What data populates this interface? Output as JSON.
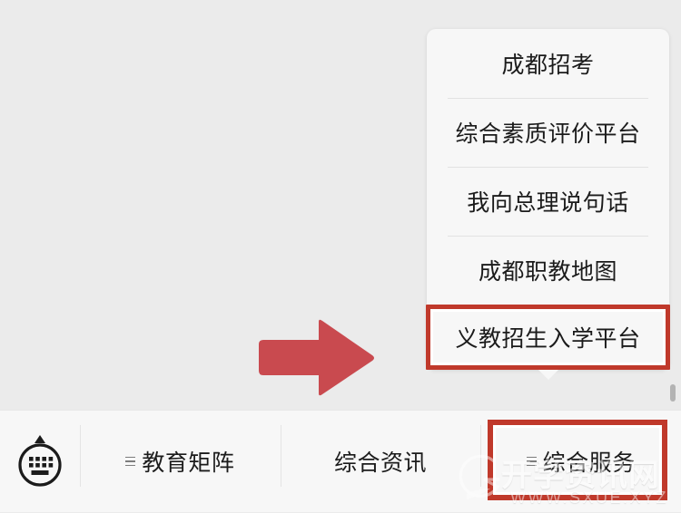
{
  "app": {
    "background_color": "#ebebeb",
    "panel_color": "#f7f7f7",
    "highlight_color": "#c0392b",
    "arrow_color": "#c94a4f"
  },
  "dropdown_menu": {
    "name": "service-dropdown-menu",
    "items": [
      {
        "label": "成都招考",
        "highlighted": false
      },
      {
        "label": "综合素质评价平台",
        "highlighted": false
      },
      {
        "label": "我向总理说句话",
        "highlighted": false
      },
      {
        "label": "成都职教地图",
        "highlighted": false
      },
      {
        "label": "义教招生入学平台",
        "highlighted": true
      }
    ]
  },
  "bottom_nav": {
    "keyboard_button": {
      "icon": "keyboard-icon",
      "label": ""
    },
    "tabs": [
      {
        "label": "教育矩阵",
        "icon": "list-icon",
        "has_icon": true,
        "highlighted": false
      },
      {
        "label": "综合资讯",
        "icon": "",
        "has_icon": false,
        "highlighted": false
      },
      {
        "label": "综合服务",
        "icon": "list-icon",
        "has_icon": true,
        "highlighted": true
      }
    ]
  },
  "annotations": {
    "arrow": {
      "name": "red-pointer-arrow",
      "direction": "right",
      "color": "#c94a4f"
    },
    "scrollbar": {
      "name": "scroll-thumb"
    }
  },
  "watermark": {
    "site_name": "开学资讯网",
    "url": "WWW.SXUE.XYZ"
  }
}
